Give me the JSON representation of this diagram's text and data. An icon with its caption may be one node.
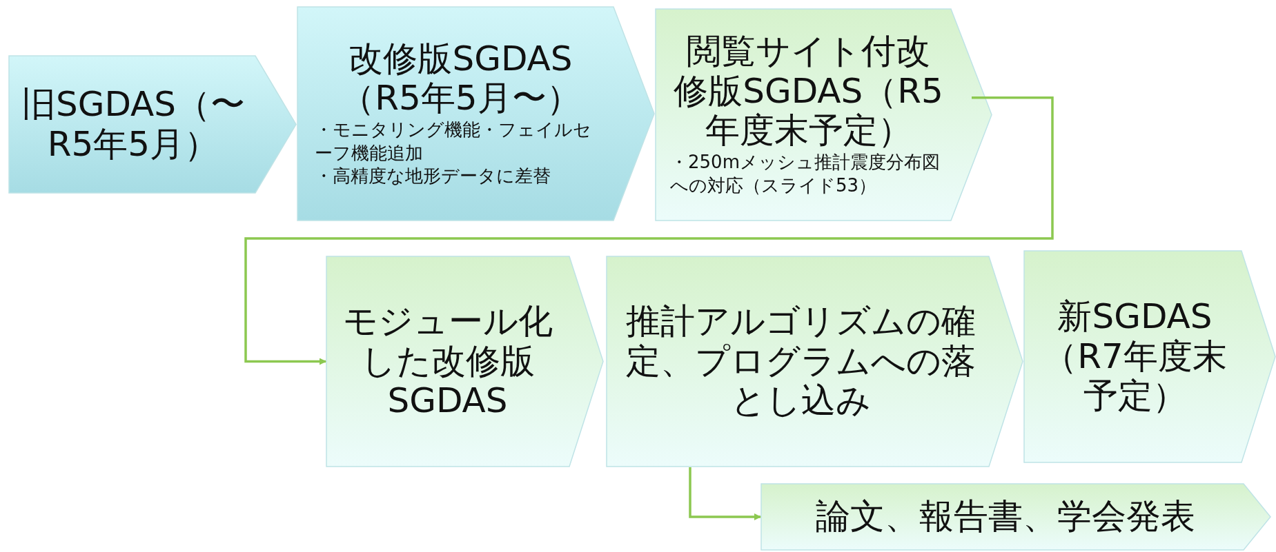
{
  "diagram": {
    "nodes": [
      {
        "text": [
          "旧SGDAS（〜R5年5月）"
        ]
      },
      {
        "text": [
          "改修版SGDAS（R5年5月〜）",
          "・モニタリング機能・フェイルセーフ機能追加",
          "・高精度な地形データに差替"
        ]
      },
      {
        "text": [
          "閲覧サイト付改修版SGDAS（R5年度末予定）",
          "・250mメッシュ推計震度分布図への対応（スライド53）"
        ]
      },
      {
        "text": [
          "モジュール化した改修版SGDAS"
        ]
      },
      {
        "text": [
          "推計アルゴリズムの確定、プログラムへの落とし込み"
        ]
      },
      {
        "text": [
          "新SGDAS（R7年度末予定）"
        ]
      },
      {
        "text": [
          "論文、報告書、学会発表"
        ]
      }
    ],
    "edges": [
      {
        "from": 2,
        "to": 3,
        "arrow": "to"
      },
      {
        "from": 4,
        "to": 6,
        "arrow": "to"
      }
    ]
  }
}
